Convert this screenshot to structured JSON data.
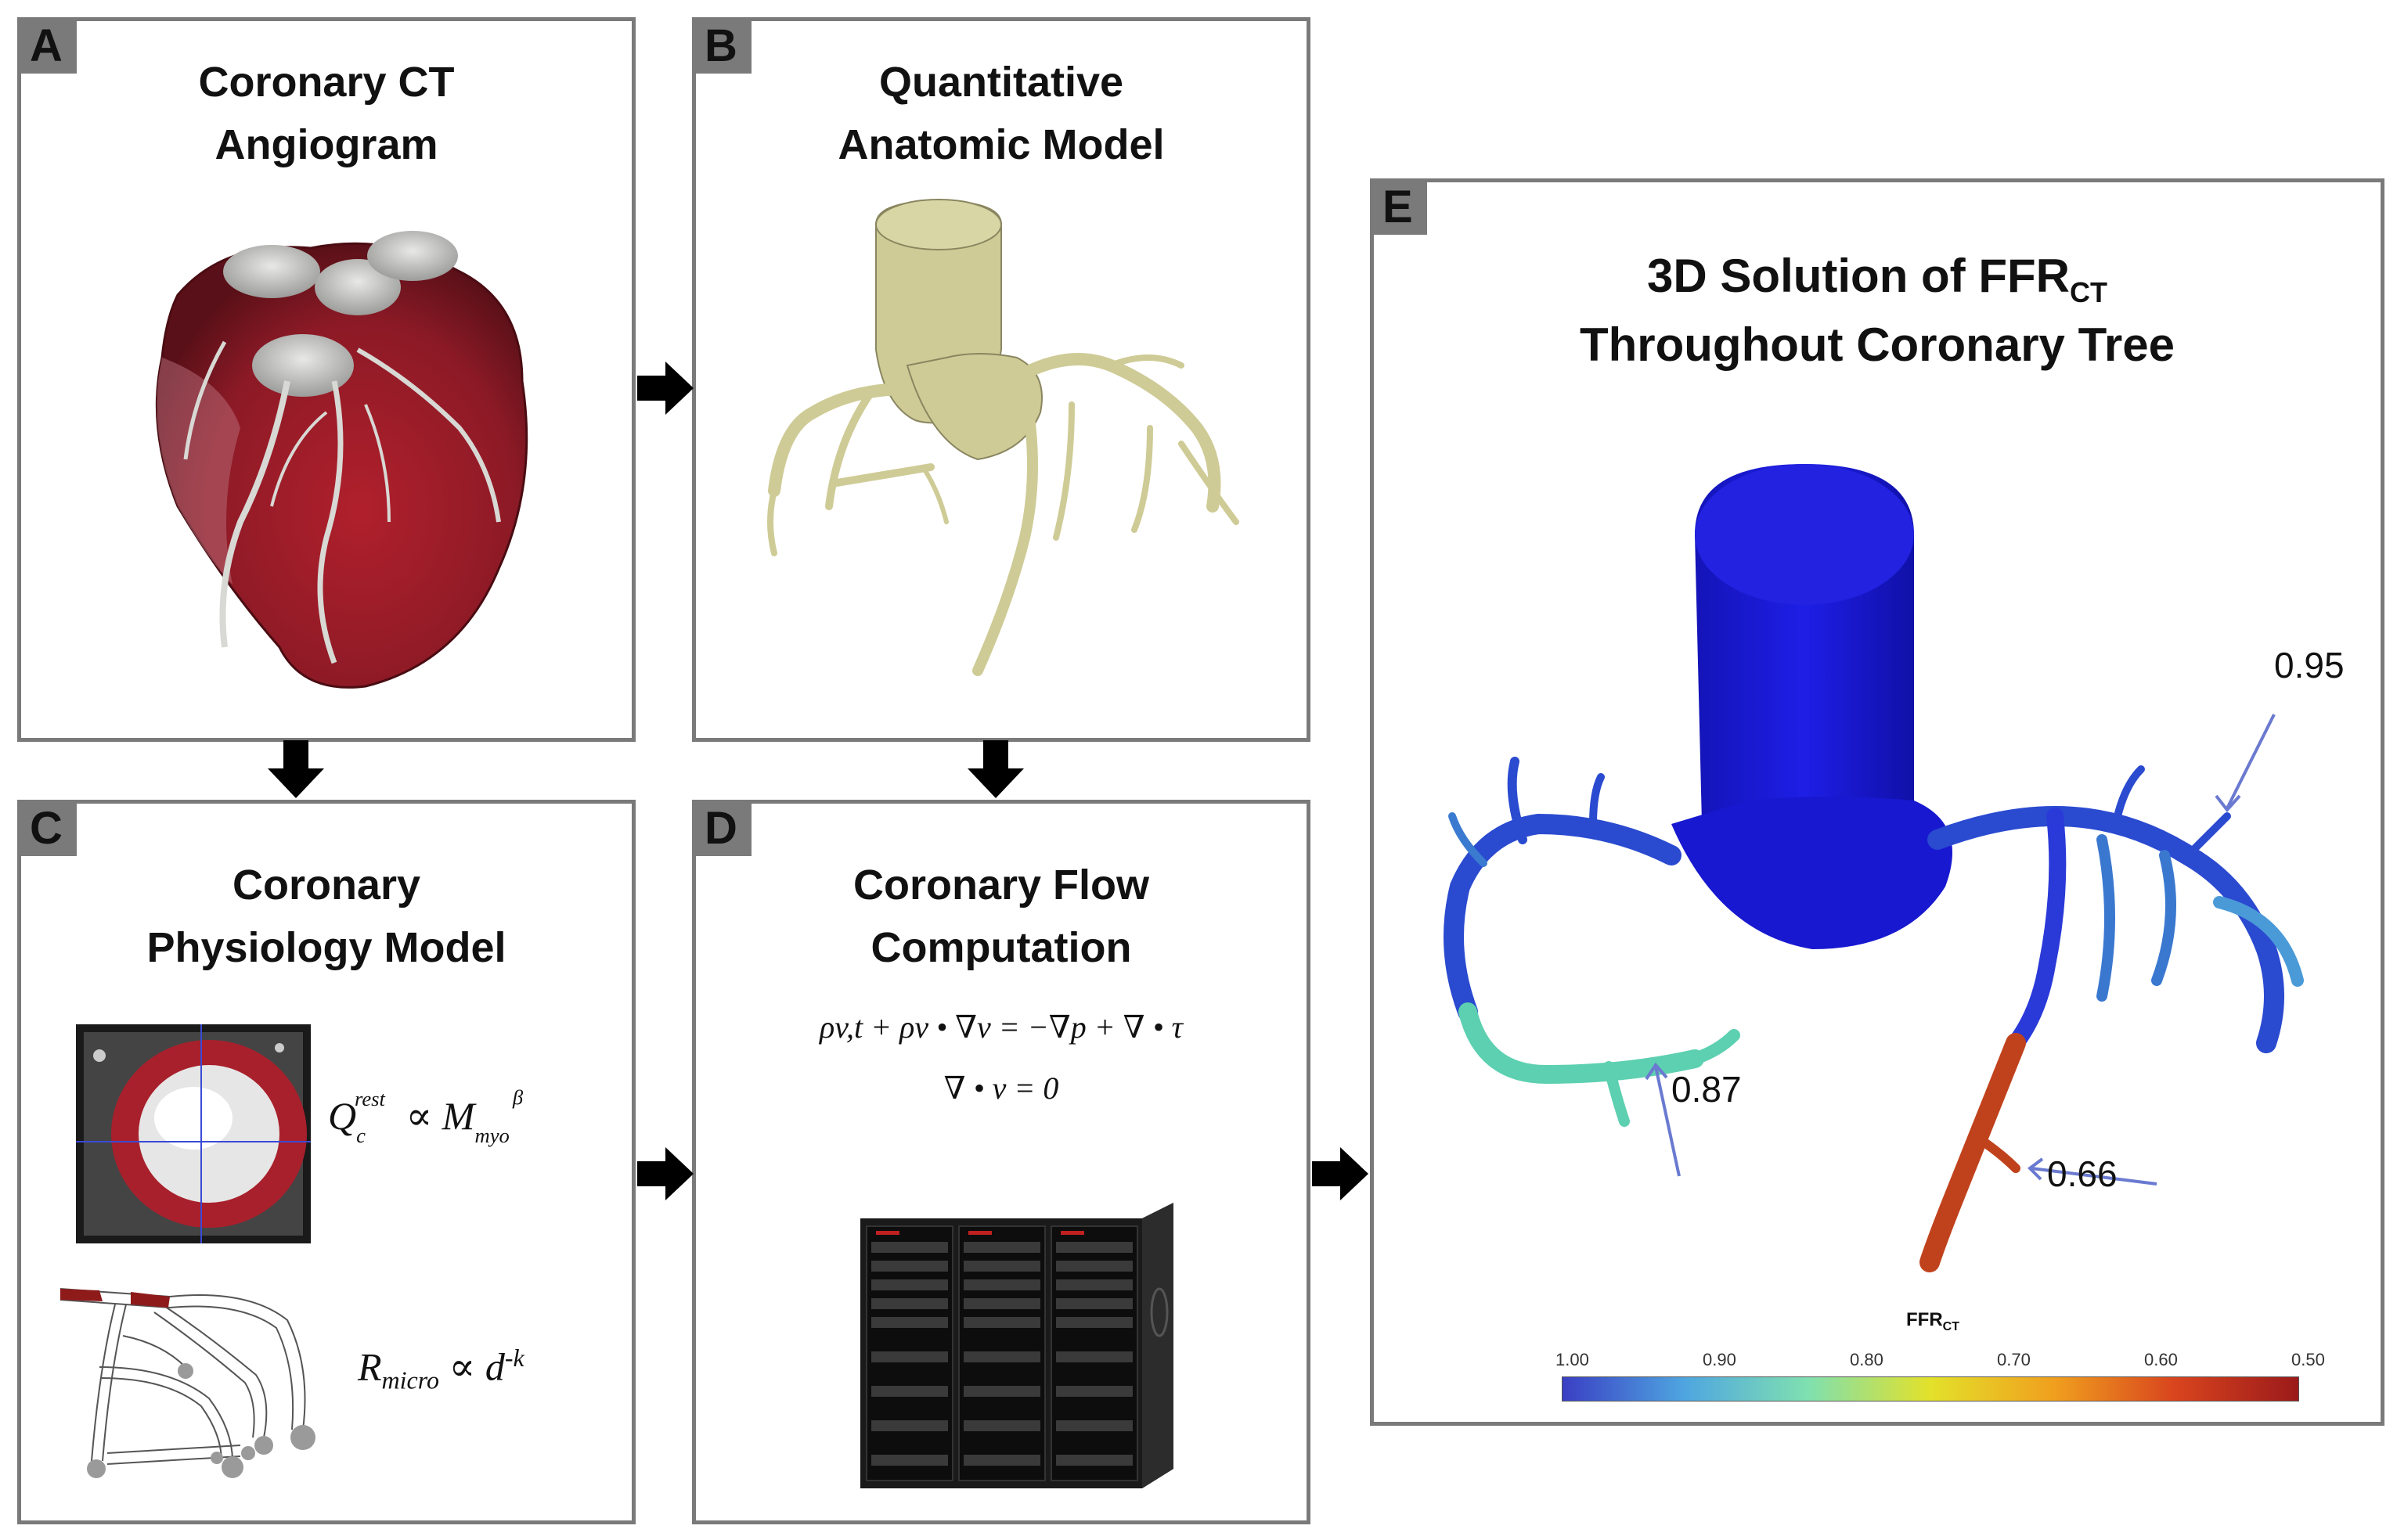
{
  "panels": {
    "a": {
      "label": "A",
      "title_line1": "Coronary CT",
      "title_line2": "Angiogram"
    },
    "b": {
      "label": "B",
      "title_line1": "Quantitative",
      "title_line2": "Anatomic Model"
    },
    "c": {
      "label": "C",
      "title_line1": "Coronary",
      "title_line2": "Physiology Model"
    },
    "d": {
      "label": "D",
      "title_line1": "Coronary Flow",
      "title_line2": "Computation"
    },
    "e": {
      "label": "E",
      "title_line1_main": "3D Solution of FFR",
      "title_line1_sub": "CT",
      "title_line2": "Throughout Coronary Tree"
    }
  },
  "equations": {
    "c_flow": {
      "q": "Q",
      "q_sub": "c",
      "q_sup": "rest",
      "prop": "∝",
      "m": "M",
      "m_sub": "myo",
      "m_sup": "β"
    },
    "c_resistance": {
      "r": "R",
      "r_sub": "micro",
      "prop": "∝",
      "d": "d",
      "d_sup": "-k"
    },
    "d_momentum": "ρv,t + ρv • ∇v = −∇p + ∇ • τ",
    "d_continuity": "∇ • v = 0"
  },
  "callouts": [
    {
      "value": "0.95"
    },
    {
      "value": "0.87"
    },
    {
      "value": "0.66"
    }
  ],
  "colorbar": {
    "title_main": "FFR",
    "title_sub": "CT",
    "ticks": [
      "1.00",
      "0.90",
      "0.80",
      "0.70",
      "0.60",
      "0.50"
    ],
    "colors": [
      "#3a3fc4",
      "#4fa6e0",
      "#7fe0b0",
      "#e3e12a",
      "#f0a01e",
      "#d8441e",
      "#9b1a1a"
    ]
  },
  "colors": {
    "panel_border": "#7a7a7a",
    "model_beige": "#cfcb96",
    "ffr_blue": "#1a1ad6",
    "ffr_cyan": "#5ccaa8",
    "ffr_red": "#c0421c",
    "myocardium_red": "#a8202c"
  }
}
